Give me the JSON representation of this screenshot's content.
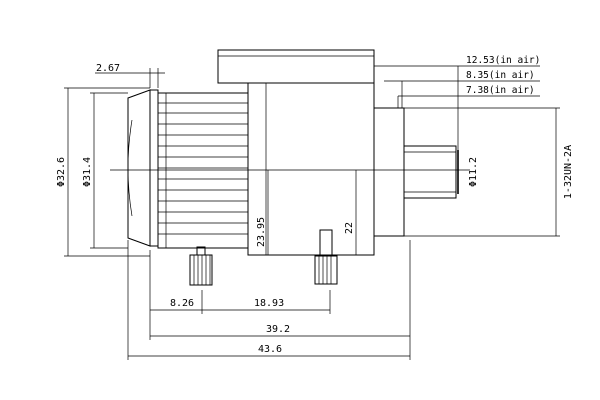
{
  "diagram": {
    "dimensions": {
      "d_2_67": "2.67",
      "d_12_53": "12.53(in air)",
      "d_8_35": "8.35(in air)",
      "d_7_38": "7.38(in air)",
      "phi_32_6": "Φ32.6",
      "phi_31_4": "Φ31.4",
      "d_23_95": "23.95",
      "d_22": "22",
      "phi_11_2": "Φ11.2",
      "thread": "1-32UN-2A",
      "d_8_26": "8.26",
      "d_18_93": "18.93",
      "d_39_2": "39.2",
      "d_43_6": "43.6"
    }
  }
}
